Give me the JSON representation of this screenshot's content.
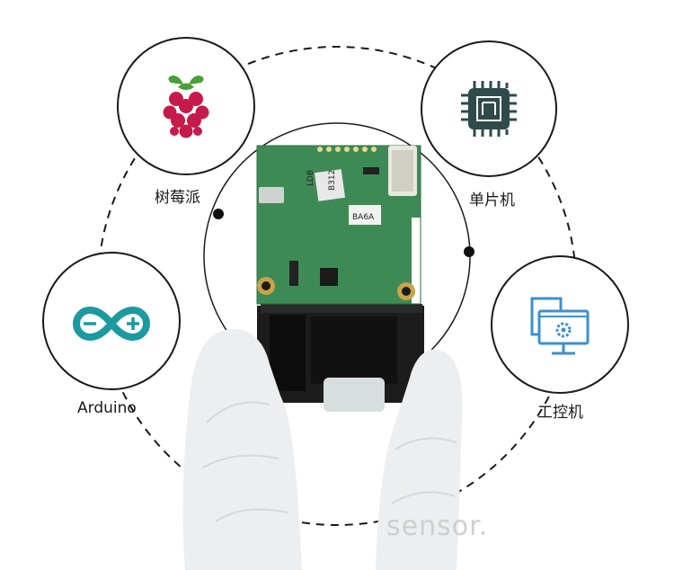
{
  "labels": {
    "raspberry_pi": "树莓派",
    "mcu": "单片机",
    "arduino": "Arduino",
    "industrial_pc": "工控机"
  },
  "board": {
    "silk_top": "LDB",
    "silk_code": "B312",
    "silk_side": "BA6A"
  },
  "watermark": "sensor.",
  "colors": {
    "pcb_green": "#3e8a55",
    "arduino_teal": "#1b9aa0",
    "raspberry_red": "#c51a4a",
    "raspberry_leaf": "#4a9e3a",
    "monitor_blue": "#3f8fd0",
    "chip_dark": "#2f4a4a"
  }
}
